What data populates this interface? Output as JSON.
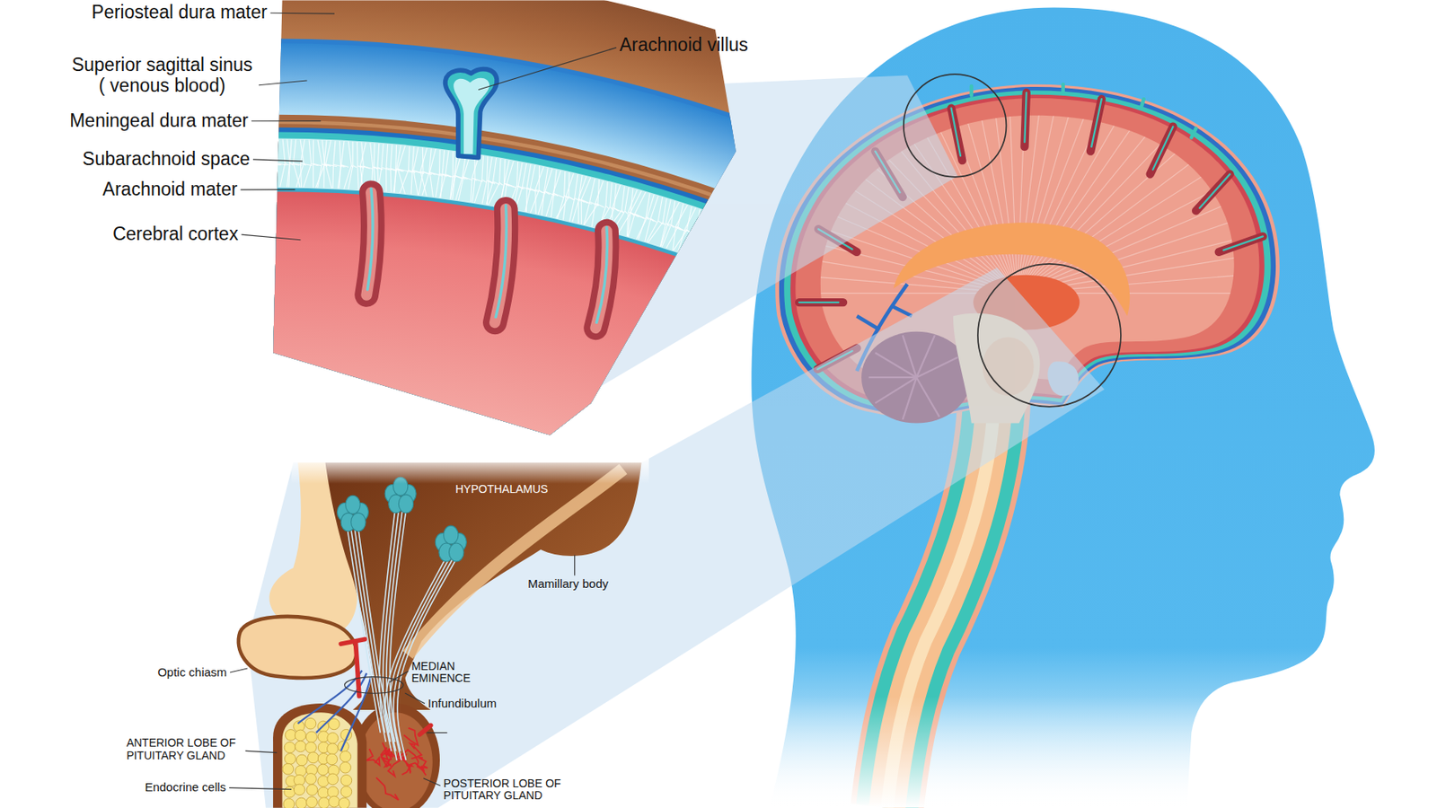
{
  "diagram": {
    "labels": [
      "Periosteal dura mater",
      "Arachnoid villus",
      "Superior sagittal sinus ( venous blood)",
      "Meningeal dura mater",
      "Subarachnoid space",
      "Arachnoid mater",
      "Cerebral cortex",
      "HYPOTHALAMUS",
      "Mamillary body",
      "Optic chiasm",
      "MEDIAN EMINENCE",
      "Infundibulum",
      "ANTERIOR LOBE OF PITUITARY GLAND",
      "Endocrine cells",
      "POSTERIOR LOBE OF PITUITARY GLAND"
    ]
  }
}
